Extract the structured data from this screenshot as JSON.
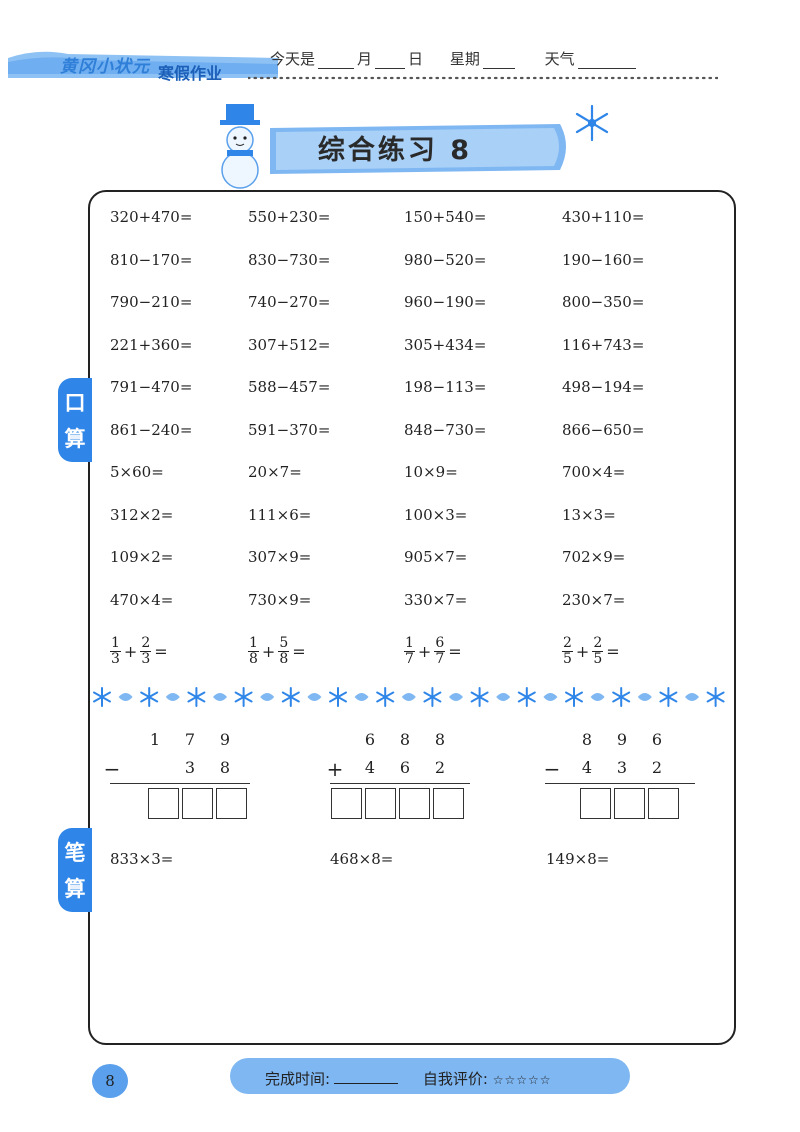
{
  "header": {
    "brand": "黄冈小状元",
    "subbrand": "寒假作业",
    "date_prefix": "今天是",
    "month": "月",
    "day": "日",
    "weekday": "星期",
    "weather": "天气"
  },
  "title": "综合练习 8",
  "tabs": {
    "oral": [
      "口",
      "算"
    ],
    "written": [
      "笔",
      "算"
    ]
  },
  "oral_rows": [
    [
      "320+470=",
      "550+230=",
      "150+540=",
      "430+110="
    ],
    [
      "810−170=",
      "830−730=",
      "980−520=",
      "190−160="
    ],
    [
      "790−210=",
      "740−270=",
      "960−190=",
      "800−350="
    ],
    [
      "221+360=",
      "307+512=",
      "305+434=",
      "116+743="
    ],
    [
      "791−470=",
      "588−457=",
      "198−113=",
      "498−194="
    ],
    [
      "861−240=",
      "591−370=",
      "848−730=",
      "866−650="
    ],
    [
      "5×60=",
      "20×7=",
      "10×9=",
      "700×4="
    ],
    [
      "312×2=",
      "111×6=",
      "100×3=",
      "13×3="
    ],
    [
      "109×2=",
      "307×9=",
      "905×7=",
      "702×9="
    ],
    [
      "470×4=",
      "730×9=",
      "330×7=",
      "230×7="
    ]
  ],
  "fractions": [
    {
      "a": [
        "1",
        "3"
      ],
      "op": "+",
      "b": [
        "2",
        "3"
      ],
      "eq": "="
    },
    {
      "a": [
        "1",
        "8"
      ],
      "op": "+",
      "b": [
        "5",
        "8"
      ],
      "eq": "="
    },
    {
      "a": [
        "1",
        "7"
      ],
      "op": "+",
      "b": [
        "6",
        "7"
      ],
      "eq": "="
    },
    {
      "a": [
        "2",
        "5"
      ],
      "op": "+",
      "b": [
        "2",
        "5"
      ],
      "eq": "="
    }
  ],
  "vertical": [
    {
      "top": [
        "1",
        "7",
        "9"
      ],
      "op": "−",
      "bottom": [
        "3",
        "8"
      ]
    },
    {
      "top": [
        "6",
        "8",
        "8"
      ],
      "op": "+",
      "bottom": [
        "4",
        "6",
        "2"
      ]
    },
    {
      "top": [
        "8",
        "9",
        "6"
      ],
      "op": "−",
      "bottom": [
        "4",
        "3",
        "2"
      ]
    }
  ],
  "written": [
    "833×3=",
    "468×8=",
    "149×8="
  ],
  "footer": {
    "page": "8",
    "time_label": "完成时间:",
    "eval_label": "自我评价:",
    "stars": "☆☆☆☆☆"
  },
  "colors": {
    "accent": "#2f86e8",
    "light": "#7fb7f2"
  }
}
